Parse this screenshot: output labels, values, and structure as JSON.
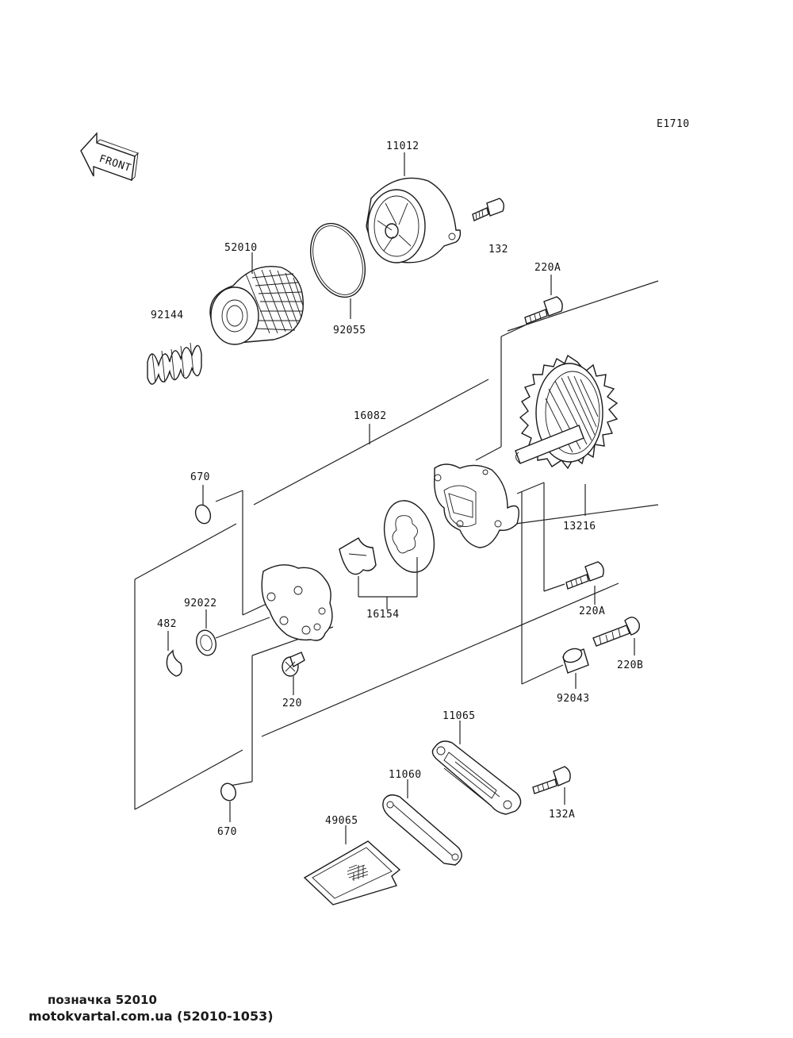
{
  "diagram": {
    "code": "E1710",
    "front_label": "FRONT",
    "parts": {
      "p11012": "11012",
      "p132": "132",
      "p52010": "52010",
      "p92055": "92055",
      "p220A_top": "220A",
      "p92144": "92144",
      "p16082": "16082",
      "p670_top": "670",
      "p13216": "13216",
      "p92022": "92022",
      "p482": "482",
      "p16154": "16154",
      "p220A_mid": "220A",
      "p220B": "220B",
      "p220": "220",
      "p92043": "92043",
      "p11065": "11065",
      "p11060": "11060",
      "p132A": "132A",
      "p49065": "49065",
      "p670_bot": "670"
    }
  },
  "footer": {
    "caption": "позначка 52010",
    "site": "motokvartal.com.ua (52010-1053)"
  }
}
